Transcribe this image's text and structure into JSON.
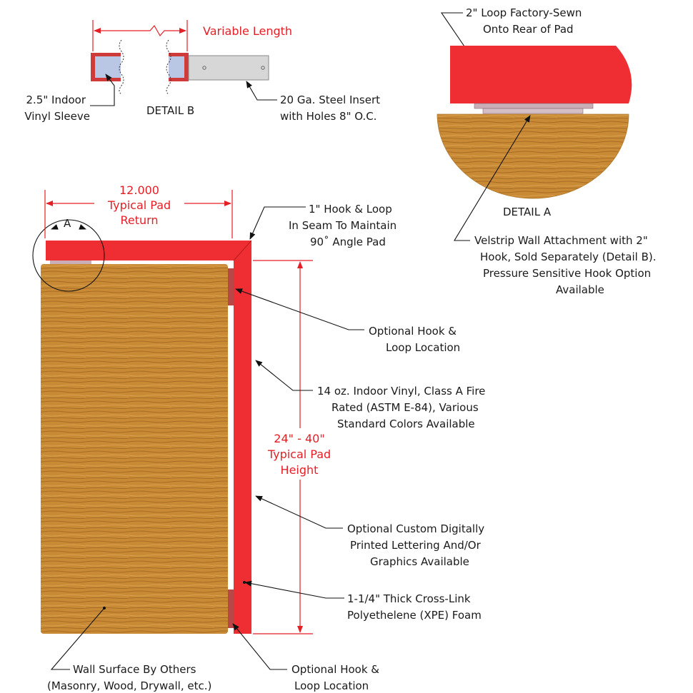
{
  "colors": {
    "foam_red": "#ef2e33",
    "foam_dark_red": "#b71c1c",
    "dimension_red": "#e41f26",
    "wood": "#c98a36",
    "vinyl_sleeve_blue": "#b9c6e4",
    "steel_gray": "#d7d7d7",
    "hook_loop_strip": "#c9aeb7"
  },
  "detail_b": {
    "title": "DETAIL B",
    "variable_length": "Variable Length",
    "sleeve_label": [
      "2.5\" Indoor",
      "Vinyl Sleeve"
    ],
    "steel_label": [
      "20 Ga. Steel Insert",
      "with Holes 8\" O.C."
    ]
  },
  "detail_a": {
    "title": "DETAIL A",
    "loop_label": [
      "2\" Loop Factory-Sewn",
      "Onto Rear of Pad"
    ],
    "velstrip_label": [
      "Velstrip Wall Attachment with 2\"",
      "Hook, Sold Separately (Detail B).",
      "Pressure Sensitive Hook Option",
      "Available"
    ]
  },
  "main": {
    "return_dim": [
      "12.000",
      "Typical Pad",
      "Return"
    ],
    "height_dim": [
      "24\" - 40\"",
      "Typical Pad",
      "Height"
    ],
    "callout_a": "A",
    "seam_label": [
      "1\" Hook & Loop",
      "In Seam To Maintain",
      "90˚ Angle Pad"
    ],
    "hook_loop_top": [
      "Optional Hook &",
      "Loop Location"
    ],
    "vinyl_label": [
      "14 oz. Indoor Vinyl, Class A Fire",
      "Rated (ASTM E-84), Various",
      "Standard Colors Available"
    ],
    "lettering_label": [
      "Optional Custom Digitally",
      "Printed Lettering And/Or",
      "Graphics Available"
    ],
    "foam_label": [
      "1-1/4\" Thick Cross-Link",
      "Polyethelene (XPE) Foam"
    ],
    "hook_loop_bottom": [
      "Optional Hook &",
      "Loop Location"
    ],
    "wall_label": [
      "Wall Surface By Others",
      "(Masonry, Wood, Drywall, etc.)"
    ]
  }
}
